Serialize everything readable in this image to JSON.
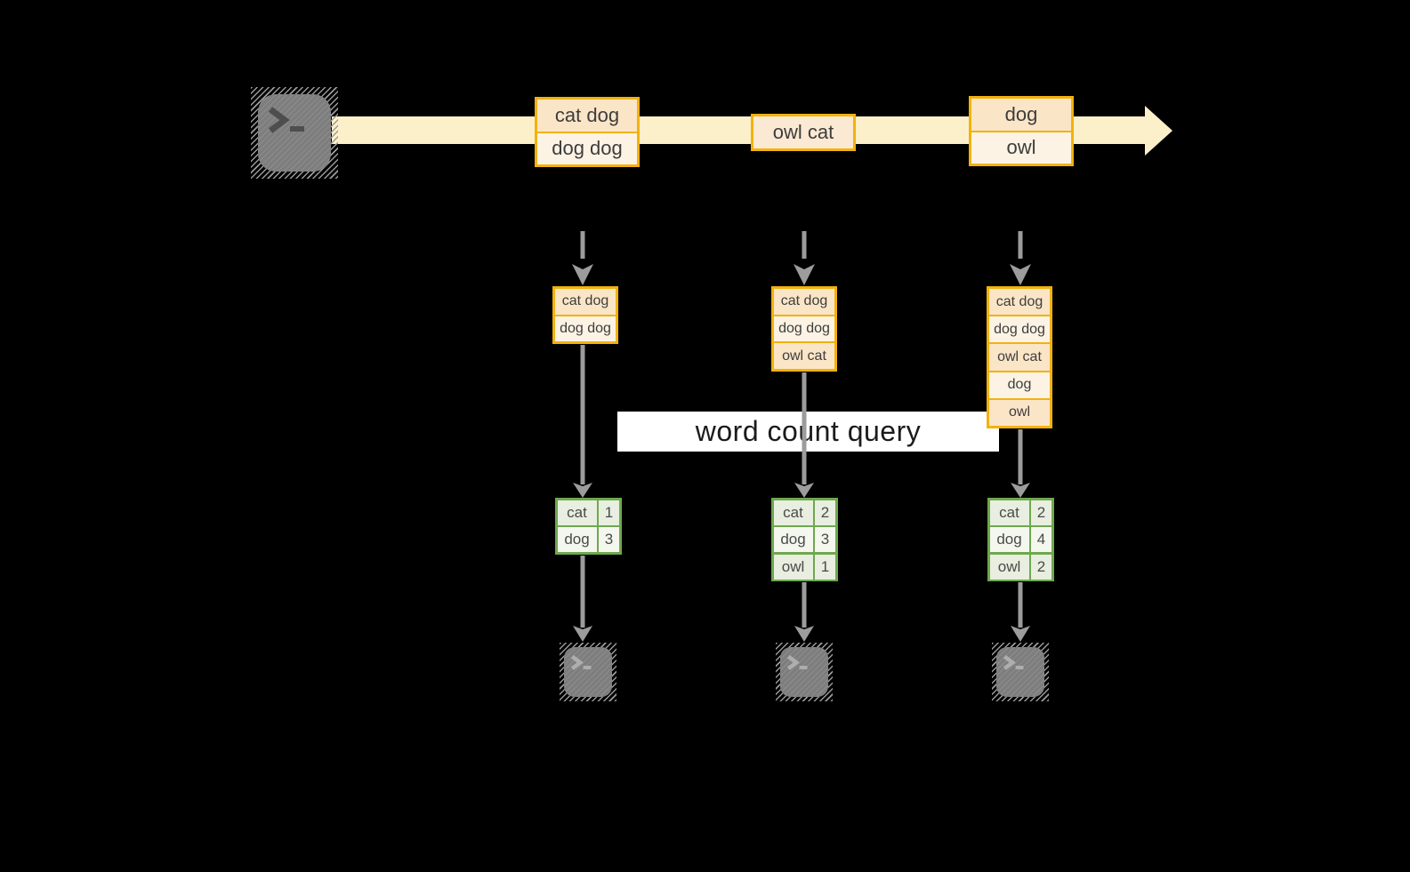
{
  "query_label": "word count query",
  "stream_events": [
    {
      "rows": [
        "cat dog",
        "dog dog"
      ]
    },
    {
      "rows": [
        "owl cat"
      ]
    },
    {
      "rows": [
        "dog",
        "owl"
      ]
    }
  ],
  "buffers": [
    {
      "rows": [
        "cat dog",
        "dog dog"
      ]
    },
    {
      "rows": [
        "cat dog",
        "dog dog",
        "owl cat"
      ]
    },
    {
      "rows": [
        "cat dog",
        "dog dog",
        "owl cat",
        "dog",
        "owl"
      ]
    }
  ],
  "counts": [
    {
      "rows": [
        {
          "word": "cat",
          "n": "1"
        },
        {
          "word": "dog",
          "n": "3"
        }
      ]
    },
    {
      "rows": [
        {
          "word": "cat",
          "n": "2"
        },
        {
          "word": "dog",
          "n": "3"
        },
        {
          "word": "owl",
          "n": "1"
        }
      ]
    },
    {
      "rows": [
        {
          "word": "cat",
          "n": "2"
        },
        {
          "word": "dog",
          "n": "4"
        },
        {
          "word": "owl",
          "n": "2"
        }
      ]
    }
  ],
  "icons": {
    "source": "terminal-icon",
    "sinks": [
      "terminal-icon",
      "terminal-icon",
      "terminal-icon"
    ]
  },
  "colors": {
    "background": "#000000",
    "stream_band": "#fcf0ca",
    "event_border": "#f2b20d",
    "event_fill_dark": "#fbe5c7",
    "event_fill_light": "#fdf3e4",
    "event_fill_mid": "#fbe9d3",
    "table_border": "#6fa84f",
    "table_fill_dark": "#e8eee0",
    "table_fill_light": "#f4f7ee",
    "arrow_gray": "#9c9c9c",
    "query_box_bg": "#ffffff",
    "terminal_gray": "#7d7d7d"
  }
}
